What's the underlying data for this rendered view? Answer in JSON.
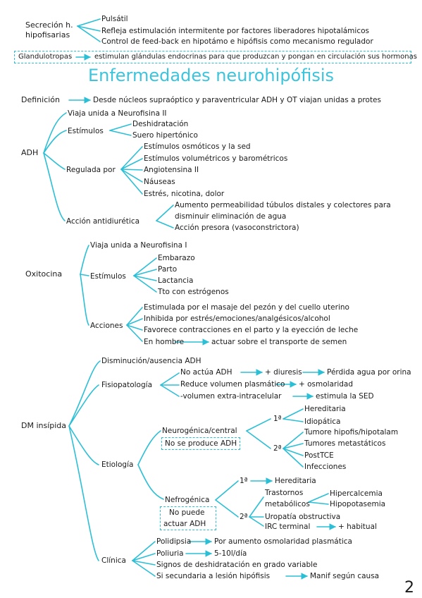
{
  "header": {
    "secrecion": {
      "label_1": "Secreción h.",
      "label_2": "hipofisarias",
      "items": [
        "Pulsátil",
        "Refleja estimulación intermitente por factores liberadores hipotalámicos",
        "Control de feed-back en hipotámo e hipófisis como mecanismo regulador"
      ]
    },
    "glandulotropas": {
      "label": "Glandulotropas",
      "text": "estimulan glándulas endocrinas para que produzcan y pongan en circulación sus hormonas"
    }
  },
  "title": "Enfermedades neurohipófisis",
  "definicion": {
    "label": "Definición",
    "text": "Desde núcleos supraóptico y paraventricular ADH y OT viajan unidas a protes"
  },
  "adh": {
    "label": "ADH",
    "viaja": "Viaja unida a Neurofisina II",
    "estimulos": {
      "label": "Estímulos",
      "items": [
        "Deshidratación",
        "Suero hipertónico"
      ]
    },
    "regulada": {
      "label": "Regulada por",
      "items": [
        "Estímulos osmóticos y la sed",
        "Estímulos volumétricos y barométricos",
        "Angiotensina II",
        "Náuseas",
        "Estrés, nicotina, dolor"
      ]
    },
    "accion": {
      "label": "Acción antidiurética",
      "items": [
        "Aumento permeabilidad túbulos distales y colectores para",
        "disminuir eliminación de agua",
        "Acción presora (vasoconstrictora)"
      ]
    }
  },
  "oxitocina": {
    "label": "Oxitocina",
    "viaja": "Viaja unida a Neurofisina I",
    "estimulos": {
      "label": "Estímulos",
      "items": [
        "Embarazo",
        "Parto",
        "Lactancia",
        "Tto con estrógenos"
      ]
    },
    "acciones": {
      "label": "Acciones",
      "items": [
        "Estimulada por el masaje del pezón y del cuello uterino",
        "Inhibida por estrés/emociones/analgésicos/alcohol",
        "Favorece contracciones en el parto y la eyección de leche",
        "En hombre"
      ],
      "hombre_result": "actuar sobre el transporte de semen"
    }
  },
  "dm": {
    "label": "DM insípida",
    "disminucion": "Disminución/ausencia ADH",
    "fisio": {
      "label": "Fisiopatología",
      "row1": [
        "No actúa ADH",
        "+ diuresis",
        "Pérdida agua por orina"
      ],
      "row2": [
        "Reduce volumen plasmático",
        "+ osmolaridad"
      ],
      "row3": [
        "-volumen extra-intracelular",
        "estimula la SED"
      ]
    },
    "etiologia": {
      "label": "Etiología",
      "neuro": {
        "label": "Neurogénica/central",
        "note": "No se produce ADH",
        "p1": "1ª",
        "p1_items": [
          "Hereditaria",
          "Idiopática"
        ],
        "p2": "2ª",
        "p2_items": [
          "Tumore hipofis/hipotalam",
          "Tumores metastáticos",
          "PostTCE",
          "Infecciones"
        ]
      },
      "nefro": {
        "label": "Nefrogénica",
        "note_1": "No puede",
        "note_2": "actuar ADH",
        "p1": "1ª",
        "p1_item": "Hereditaria",
        "p2": "2ª",
        "tras_1": "Trastornos",
        "tras_2": "metabólicos",
        "tras_items": [
          "Hipercalcemia",
          "Hipopotasemia"
        ],
        "uropatia": "Uropatía obstructiva",
        "irc": "IRC terminal",
        "irc_result": "+ habitual"
      }
    },
    "clinica": {
      "label": "Clínica",
      "poli": "Polidipsia",
      "poli_r": "Por aumento osmolaridad plasmática",
      "poliuria": "Poliuria",
      "poliuria_r": "5-10l/día",
      "signos": "Signos de deshidratación en grado variable",
      "sec": "Si secundaria a lesión hipófisis",
      "sec_r": "Manif según causa"
    }
  },
  "page_number": "2",
  "colors": {
    "accent": "#2bbfd6",
    "title": "#3cc4dc",
    "text": "#1a1a1a"
  }
}
